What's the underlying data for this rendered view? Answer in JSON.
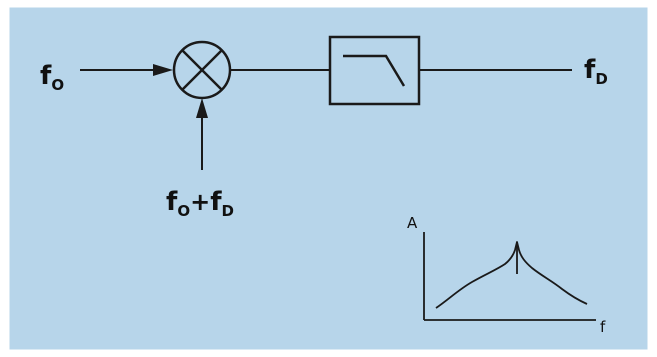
{
  "colors": {
    "panel_background": "#b7d5ea",
    "panel_border": "#ffffff",
    "line": "#1a1a1a"
  },
  "labels": {
    "input_main": "f",
    "input_main_sub": "O",
    "lo_input_a": "f",
    "lo_input_a_sub": "O",
    "lo_input_plus": "+",
    "lo_input_b": "f",
    "lo_input_b_sub": "D",
    "output": "f",
    "output_sub": "D"
  },
  "blocks": {
    "mixer": "mixer-x-symbol",
    "filter": "low-pass-filter-symbol"
  },
  "spectrum_inset": {
    "y_axis_label": "A",
    "x_axis_label": "f"
  }
}
